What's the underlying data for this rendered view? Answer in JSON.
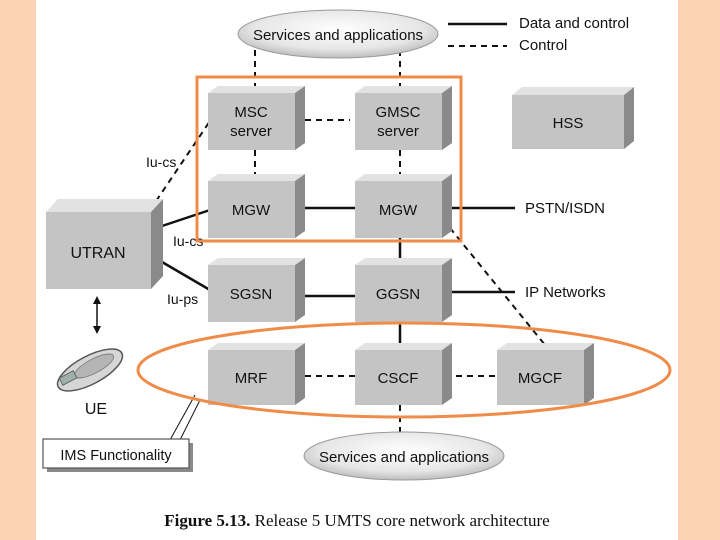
{
  "legend": {
    "solid_label": "Data and control",
    "dashed_label": "Control"
  },
  "clouds": {
    "top": "Services and applications",
    "bottom": "Services and applications"
  },
  "nodes": {
    "msc": [
      "MSC",
      "server"
    ],
    "gmsc": [
      "GMSC",
      "server"
    ],
    "hss": "HSS",
    "mgw1": "MGW",
    "mgw2": "MGW",
    "utran": "UTRAN",
    "sgsn": "SGSN",
    "ggsn": "GGSN",
    "mrf": "MRF",
    "cscf": "CSCF",
    "mgcf": "MGCF"
  },
  "interfaces": {
    "iu_cs_top": "Iu-cs",
    "iu_cs_mid": "Iu-cs",
    "iu_ps": "Iu-ps"
  },
  "networks": {
    "pstn": "PSTN/ISDN",
    "ip": "IP Networks"
  },
  "ue_label": "UE",
  "ims_label": "IMS Functionality",
  "caption": {
    "prefix": "Figure 5.13.",
    "text": "Release 5 UMTS core network architecture"
  },
  "colors": {
    "highlight": "#ef8c4a",
    "box_front": "#c4c4c4",
    "box_top": "#e2e2e2",
    "box_side": "#8a8a8a",
    "background": "#fbd2b4"
  }
}
